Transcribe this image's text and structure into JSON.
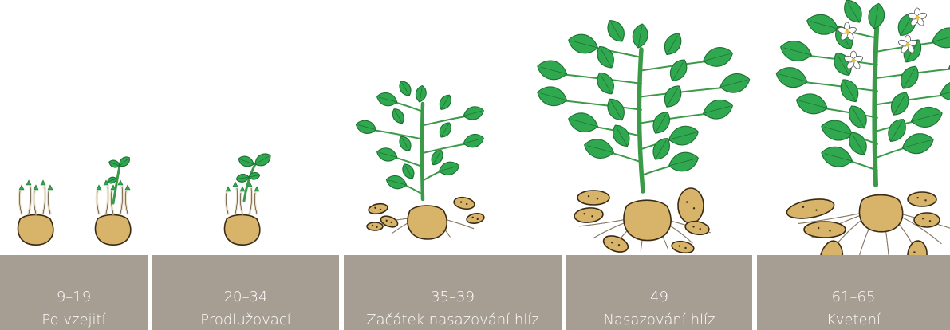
{
  "colors": {
    "panel": "#a69d93",
    "label_text": "#ffffff",
    "leaf": "#2fa84f",
    "leaf_dark": "#1f6e33",
    "stem": "#3a9a48",
    "tuber": "#d8b46a",
    "tuber_outline": "#3a2a14",
    "root": "#8a7b66"
  },
  "stages": [
    {
      "code": "9–19",
      "name": "Po vzejití",
      "icon": "potato-sprouting-icon"
    },
    {
      "code": "20–34",
      "name": "Prodlužovací",
      "icon": "potato-elongation-icon"
    },
    {
      "code": "35–39",
      "name": "Začátek nasazování hlíz",
      "icon": "potato-tuber-initiation-icon"
    },
    {
      "code": "49",
      "name": "Nasazování hlíz",
      "icon": "potato-tuber-setting-icon"
    },
    {
      "code": "61–65",
      "name": "Kvetení",
      "icon": "potato-flowering-icon"
    }
  ]
}
